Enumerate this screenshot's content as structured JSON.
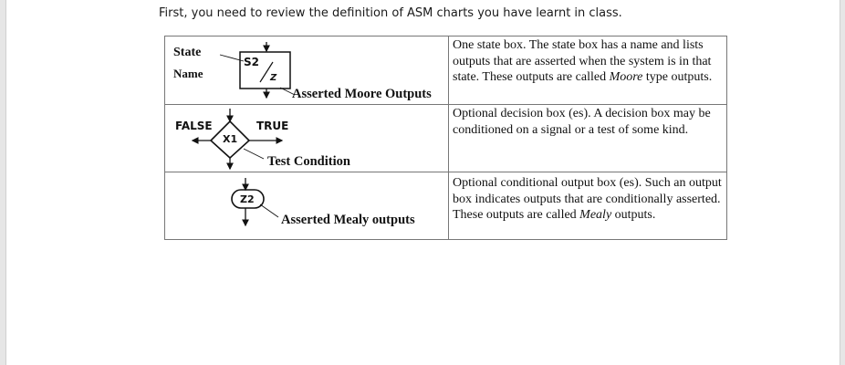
{
  "intro_text": "First, you need to review the definition of ASM charts you have learnt in class.",
  "table": {
    "row1": {
      "label_state": "State",
      "label_name": "Name",
      "box_state": "S2",
      "box_output": "Z",
      "caption": "Asserted Moore Outputs",
      "desc_a": "One state box. The state box has a name and lists outputs that are asserted when the system is in that state. These outputs are called ",
      "desc_em": "Moore",
      "desc_b": " type outputs."
    },
    "row2": {
      "label_false": "FALSE",
      "label_true": "TRUE",
      "condition": "X1",
      "caption": "Test Condition",
      "desc": "Optional decision box (es). A decision box may be conditioned on a signal or a test of some kind."
    },
    "row3": {
      "output": "Z2",
      "caption": "Asserted Mealy outputs",
      "desc_a": "Optional conditional output box (es).  Such an output box indicates outputs that are conditionally asserted.  These outputs are called ",
      "desc_em": "Mealy",
      "desc_b": " outputs."
    }
  }
}
